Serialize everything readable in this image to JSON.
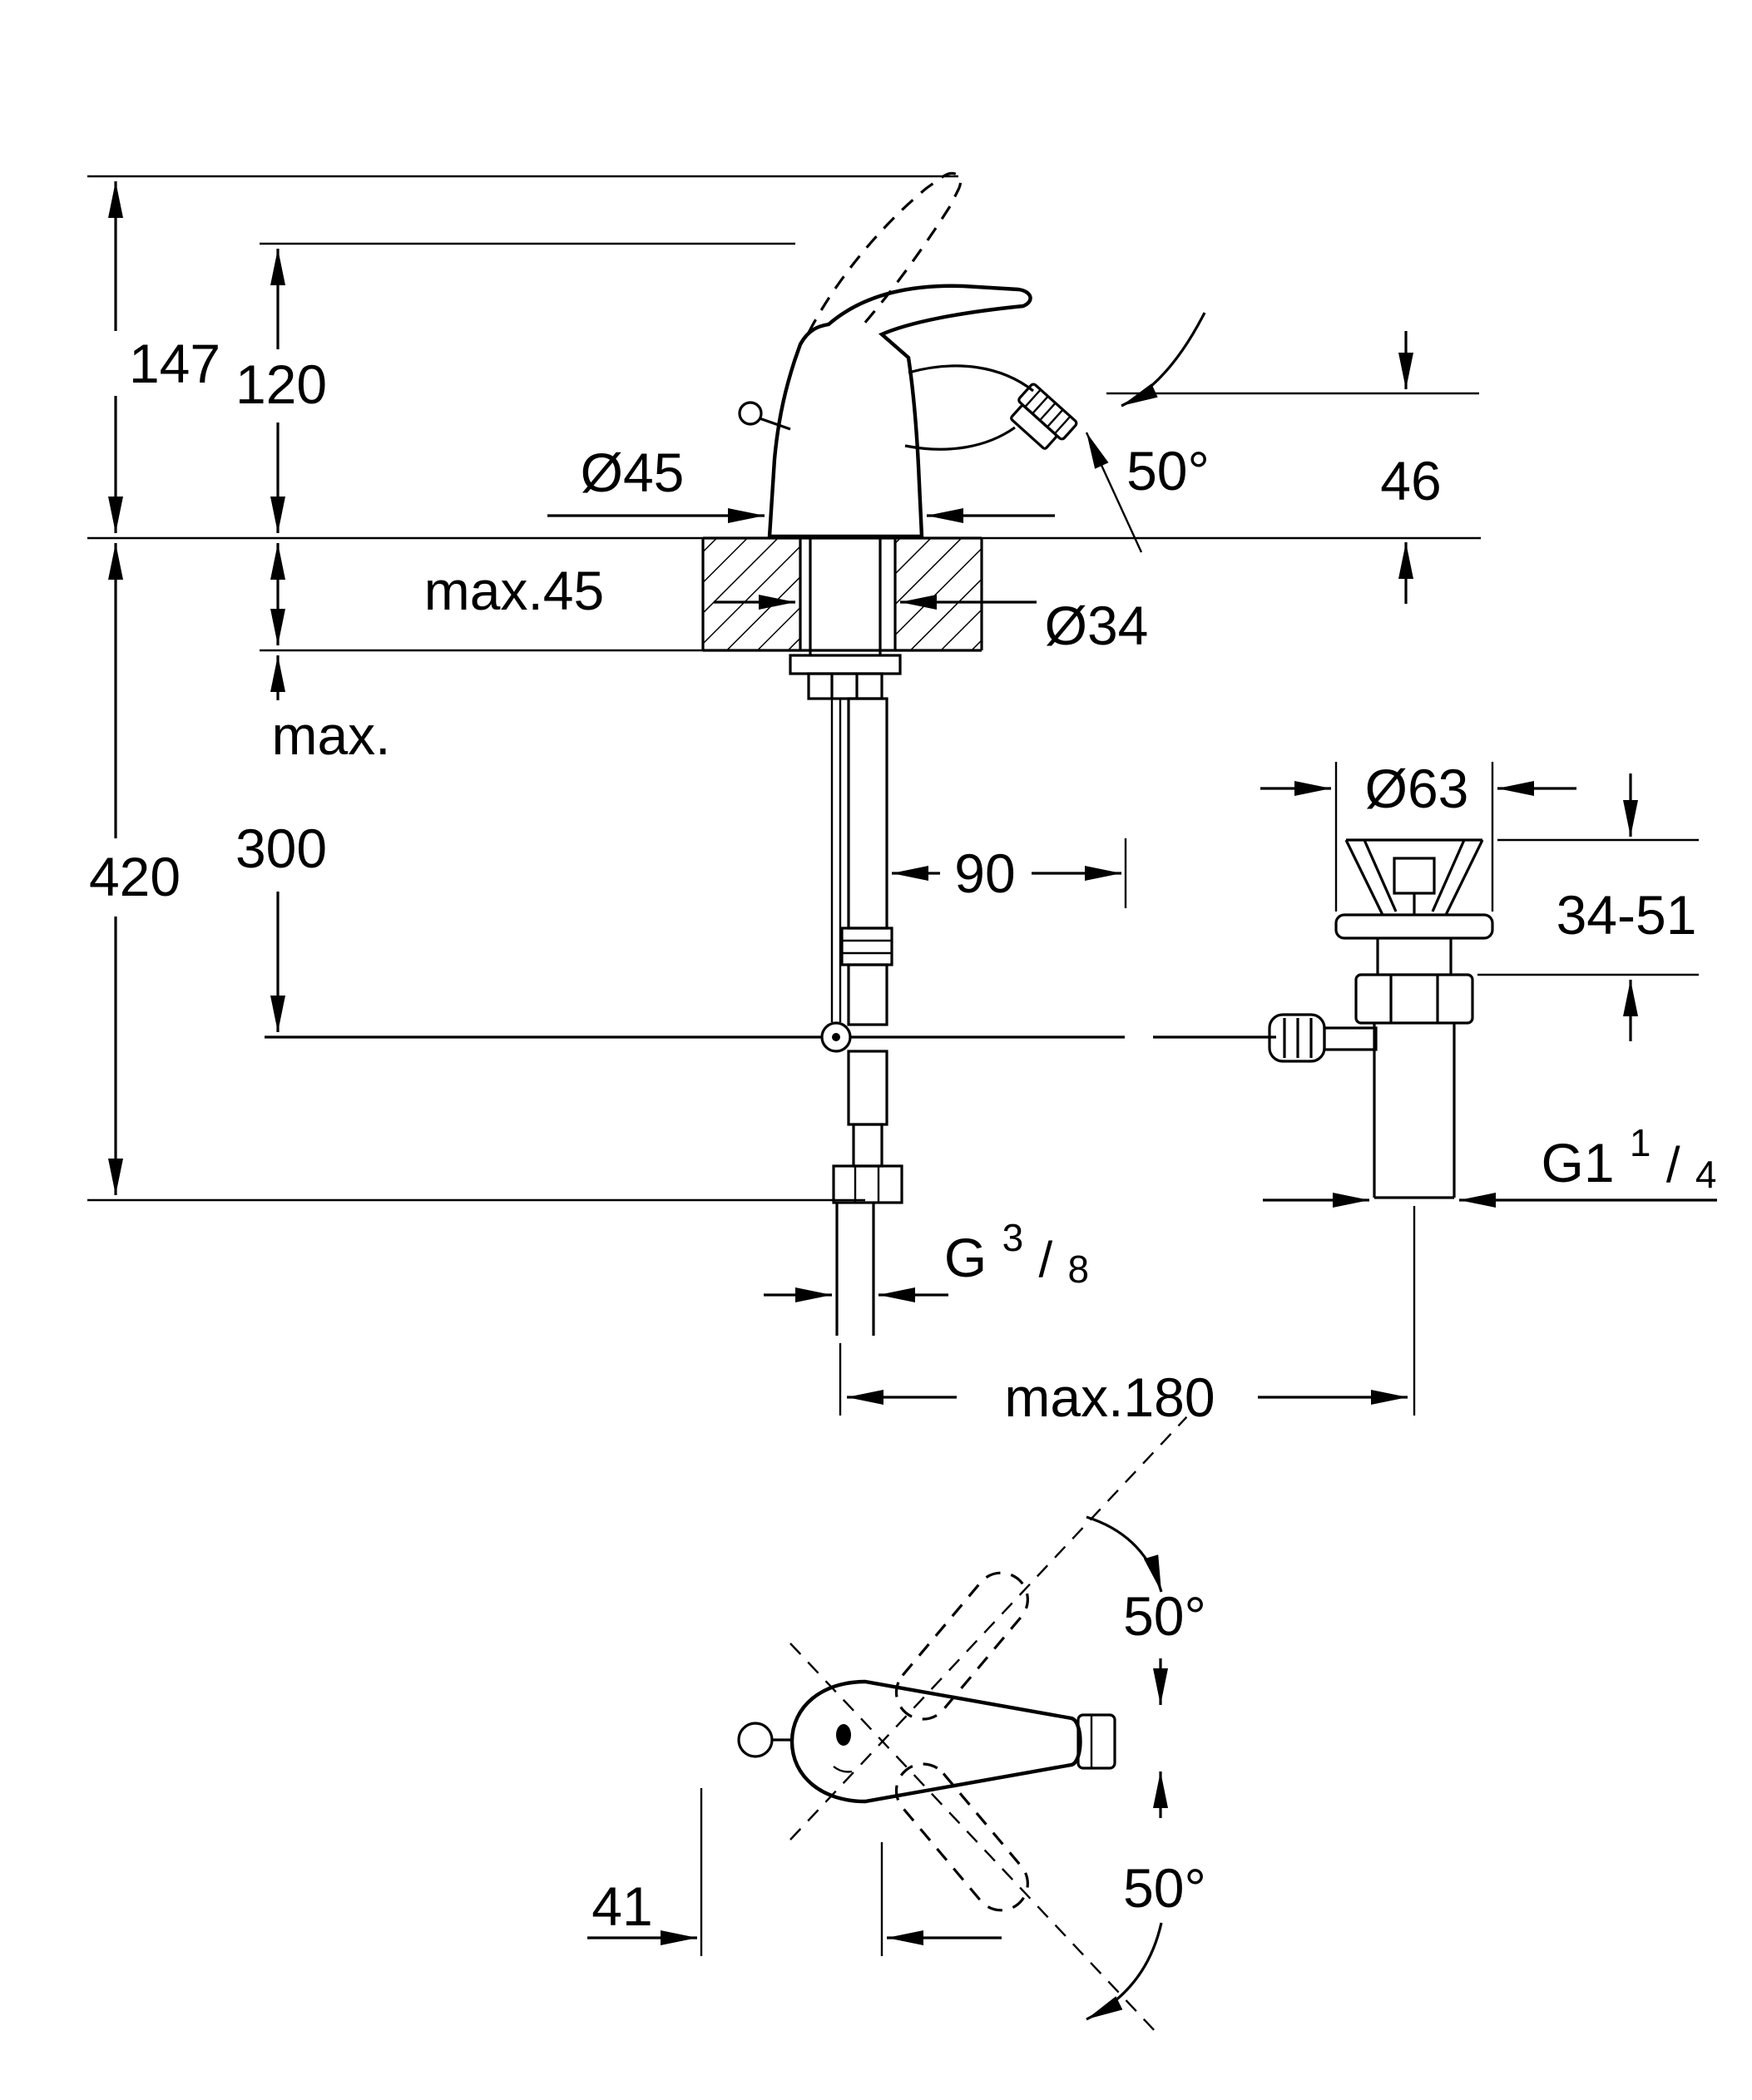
{
  "colors": {
    "ink": "#000000",
    "paper": "#ffffff"
  },
  "front_view": {
    "dims": {
      "overall_height": "147",
      "body_height": "120",
      "base_diameter": "Ø45",
      "deck_max_thickness": "max.45",
      "max_word": "max.",
      "hose_drop": "300",
      "total_drop": "420",
      "offset_90": "90",
      "hole_diameter": "Ø34",
      "spout_angle": "50°",
      "spout_height": "46"
    }
  },
  "drain": {
    "dims": {
      "flange_diameter": "Ø63",
      "clamp_range": "34-51",
      "outlet_thread": {
        "base": "G1",
        "sup": "1",
        "slash": "/",
        "sub": "4"
      }
    }
  },
  "connections": {
    "supply_thread": {
      "base": "G",
      "sup": "3",
      "slash": "/",
      "sub": "8"
    },
    "max_spread": "max.180"
  },
  "top_view": {
    "dims": {
      "handle_swing_up": "50°",
      "handle_swing_down": "50°",
      "knob_offset": "41"
    }
  }
}
